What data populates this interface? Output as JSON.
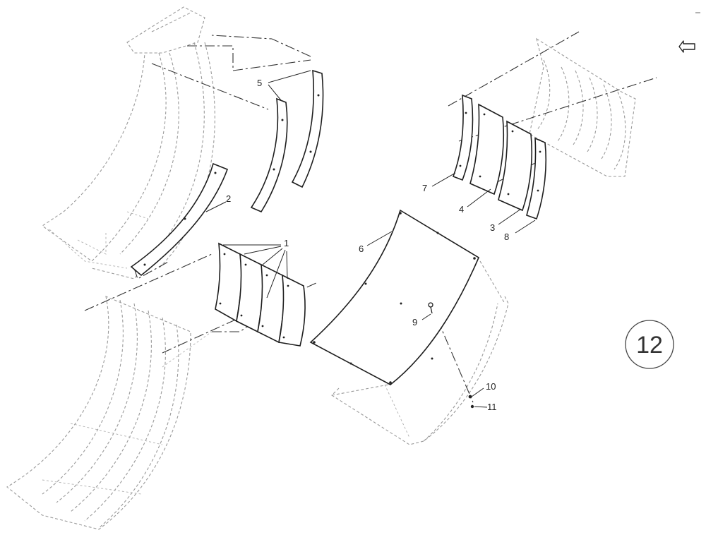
{
  "callouts": {
    "c1": "1",
    "c2": "2",
    "c3": "3",
    "c4": "4",
    "c5": "5",
    "c6": "6",
    "c7": "7",
    "c8": "8",
    "c9": "9",
    "c10": "10",
    "c11": "11"
  },
  "sheet_number": "12",
  "icons": {
    "corner": "arrow-icon"
  }
}
